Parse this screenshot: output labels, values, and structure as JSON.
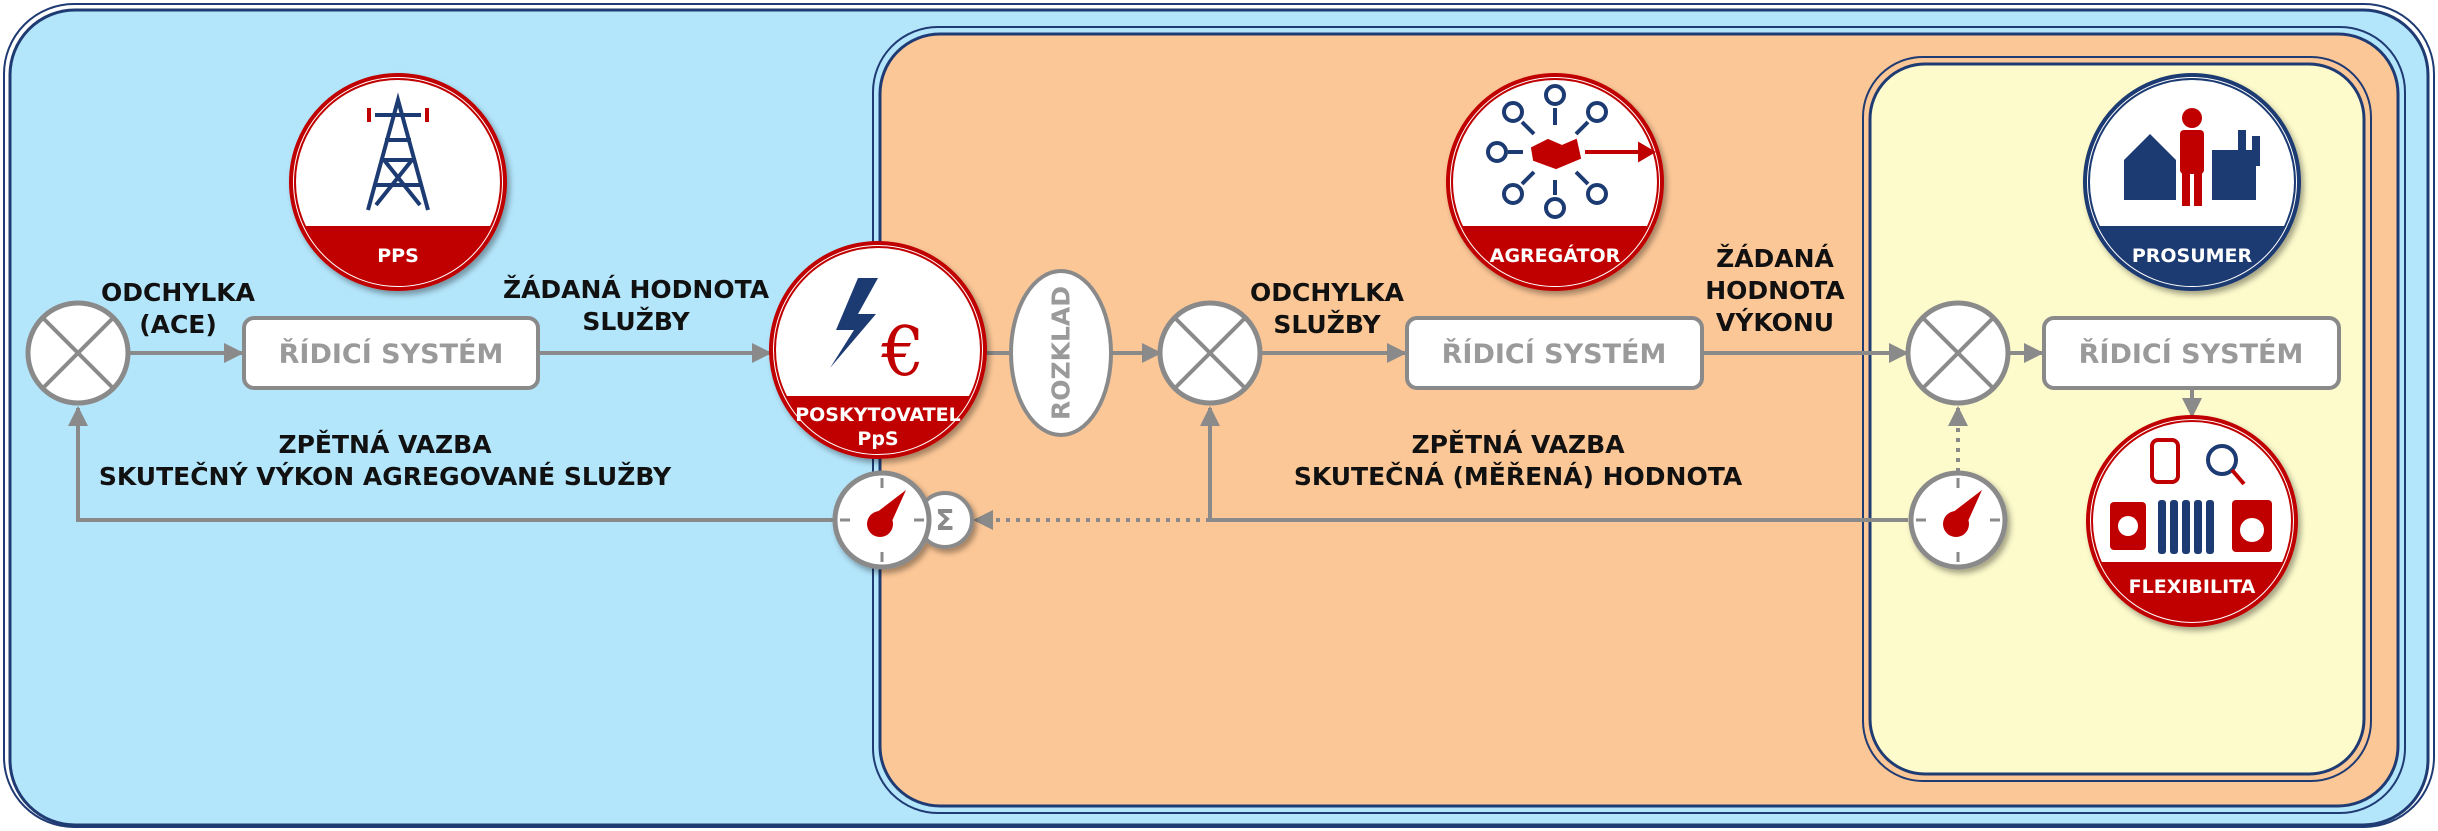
{
  "colors": {
    "outer_zone": "#b3e5fb",
    "provider_zone": "#fcc797",
    "prosumer_zone": "#fdfbcb",
    "frame": "#1f3b73",
    "red": "#c00000",
    "navy": "#1f3b73",
    "line": "#8a8a8a"
  },
  "nodes": {
    "pps": {
      "label": "PPS",
      "icon": "power-pylon-icon"
    },
    "provider": {
      "label_line1": "POSKYTOVATEL",
      "label_line2": "PpS",
      "icon": "lightning-euro-icon"
    },
    "aggregator": {
      "label": "AGREGÁTOR",
      "icon": "aggregation-handshake-icon"
    },
    "prosumer": {
      "label": "PROSUMER",
      "icon": "prosumer-house-factory-icon"
    },
    "flexibility": {
      "label": "FLEXIBILITA",
      "icon": "appliances-icon"
    }
  },
  "boxes": {
    "control1": "ŘÍDICÍ SYSTÉM",
    "control2": "ŘÍDICÍ SYSTÉM",
    "control3": "ŘÍDICÍ SYSTÉM",
    "decomposition": "ROZKLAD"
  },
  "labels": {
    "deviation_ace_line1": "ODCHYLKA",
    "deviation_ace_line2": "(ACE)",
    "setpoint_service_line1": "ŽÁDANÁ HODNOTA",
    "setpoint_service_line2": "SLUŽBY",
    "feedback1_line1": "ZPĚTNÁ VAZBA",
    "feedback1_line2": "SKUTEČNÝ VÝKON AGREGOVANÉ SLUŽBY",
    "deviation_service_line1": "ODCHYLKA",
    "deviation_service_line2": "SLUŽBY",
    "setpoint_power_line1": "ŽÁDANÁ",
    "setpoint_power_line2": "HODNOTA",
    "setpoint_power_line3": "VÝKONU",
    "feedback2_line1": "ZPĚTNÁ VAZBA",
    "feedback2_line2": "SKUTEČNÁ (MĚŘENÁ) HODNOTA",
    "sum_symbol": "Σ"
  }
}
